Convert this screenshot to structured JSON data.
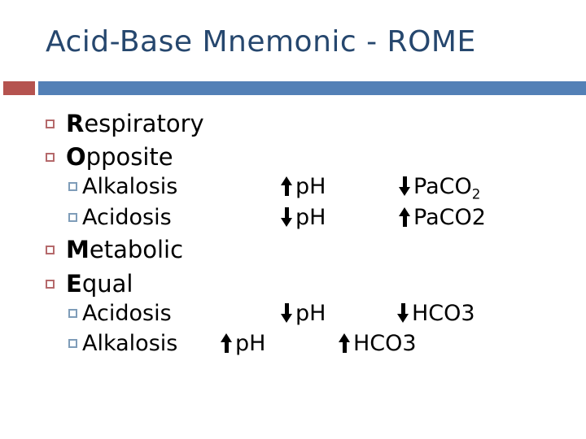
{
  "title": "Acid-Base Mnemonic - ROME",
  "colors": {
    "title_text": "#26476E",
    "accent_red": "#B5534F",
    "accent_blue": "#5380B6",
    "level1_bullet_border": "#B5696B",
    "level2_bullet_border": "#7F9DB9",
    "body_text": "#000000"
  },
  "respiratory": {
    "bullet1": {
      "lead": "R",
      "rest": "espiratory"
    },
    "bullet2": {
      "lead": "O",
      "rest": "pposite"
    },
    "rows": [
      {
        "label": "Alkalosis",
        "ph": {
          "dir": "up",
          "text": "pH"
        },
        "gas": {
          "dir": "down",
          "text": "PaCO",
          "sub": "2"
        }
      },
      {
        "label": "Acidosis",
        "ph": {
          "dir": "down",
          "text": "pH"
        },
        "gas": {
          "dir": "up",
          "text": "PaCO2"
        }
      }
    ]
  },
  "metabolic": {
    "bullet1": {
      "lead": "M",
      "rest": "etabolic"
    },
    "bullet2": {
      "lead": "E",
      "rest": "qual"
    },
    "rows": [
      {
        "label": "Acidosis",
        "ph": {
          "dir": "down",
          "text": "pH"
        },
        "gas": {
          "dir": "down",
          "text": "HCO3"
        }
      },
      {
        "label": "Alkalosis",
        "ph": {
          "dir": "up",
          "text": "pH"
        },
        "gas": {
          "dir": "up",
          "text": "HCO3"
        }
      }
    ]
  }
}
